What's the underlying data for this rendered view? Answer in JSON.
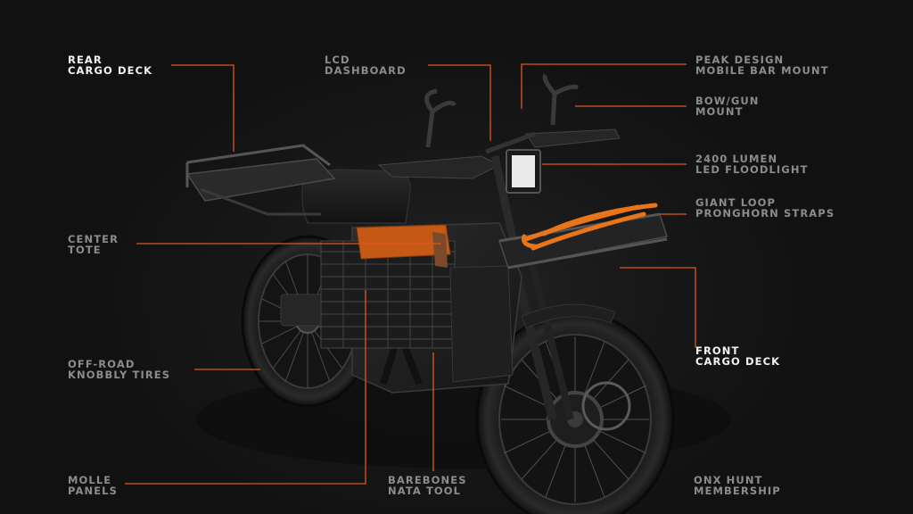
{
  "colors": {
    "background": "#141414",
    "leader_line": "#e0561f",
    "label_dim": "#8c8c8c",
    "label_highlight": "#f2f2f2",
    "accent_orange": "#e8751a"
  },
  "image": {
    "subject": "electric utility dirt bike with labeled accessories"
  },
  "callouts": {
    "rear_cargo_deck": {
      "line1": "REAR",
      "line2": "CARGO DECK"
    },
    "lcd_dashboard": {
      "line1": "LCD",
      "line2": "DASHBOARD"
    },
    "peak_design": {
      "line1": "PEAK DESIGN",
      "line2": "MOBILE BAR MOUNT"
    },
    "bow_gun_mount": {
      "line1": "BOW/GUN",
      "line2": "MOUNT"
    },
    "led_floodlight": {
      "line1": "2400 LUMEN",
      "line2": "LED FLOODLIGHT"
    },
    "pronghorn_straps": {
      "line1": "GIANT LOOP",
      "line2": "PRONGHORN STRAPS"
    },
    "center_tote": {
      "line1": "CENTER",
      "line2": "TOTE"
    },
    "front_cargo_deck": {
      "line1": "FRONT",
      "line2": "CARGO DECK"
    },
    "offroad_tires": {
      "line1": "OFF-ROAD",
      "line2": "KNOBBLY TIRES"
    },
    "molle_panels": {
      "line1": "MOLLE",
      "line2": "PANELS"
    },
    "barebones_nata": {
      "line1": "BAREBONES",
      "line2": "NATA TOOL"
    },
    "onx_hunt": {
      "line1": "ONX HUNT",
      "line2": "MEMBERSHIP"
    }
  }
}
